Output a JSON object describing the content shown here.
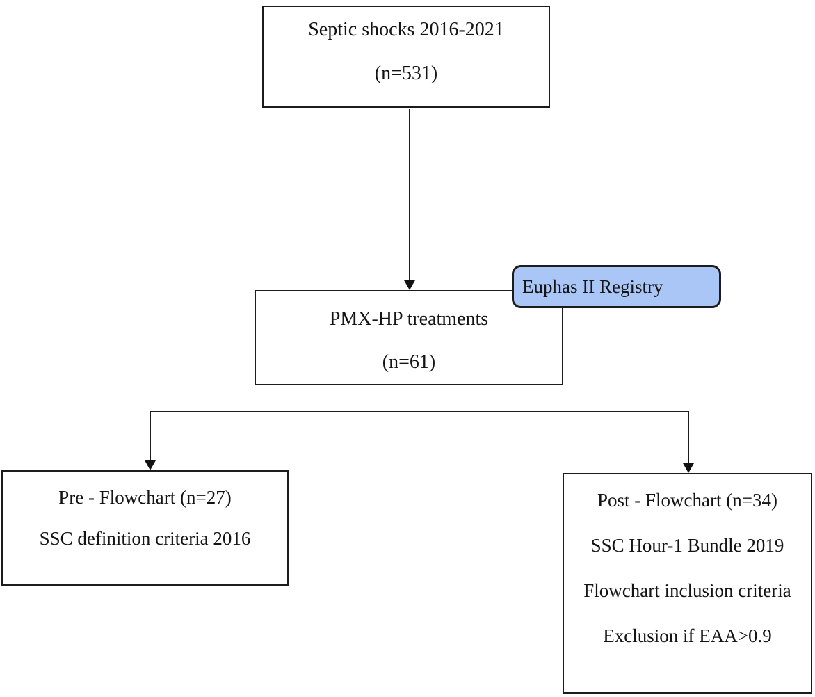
{
  "boxes": {
    "septic": {
      "lines": [
        "Septic shocks 2016-2021",
        "(n=531)"
      ]
    },
    "registry": {
      "label": "Euphas II Registry"
    },
    "pmx": {
      "lines": [
        "PMX-HP treatments",
        "(n=61)"
      ]
    },
    "pre": {
      "lines": [
        "Pre - Flowchart (n=27)",
        "SSC definition criteria 2016"
      ]
    },
    "post": {
      "lines": [
        "Post - Flowchart (n=34)",
        "SSC Hour-1 Bundle 2019",
        "Flowchart inclusion criteria",
        "Exclusion if EAA>0.9"
      ]
    }
  },
  "colors": {
    "registry_fill": "#a9c6f7",
    "line": "#1c1c1c"
  }
}
